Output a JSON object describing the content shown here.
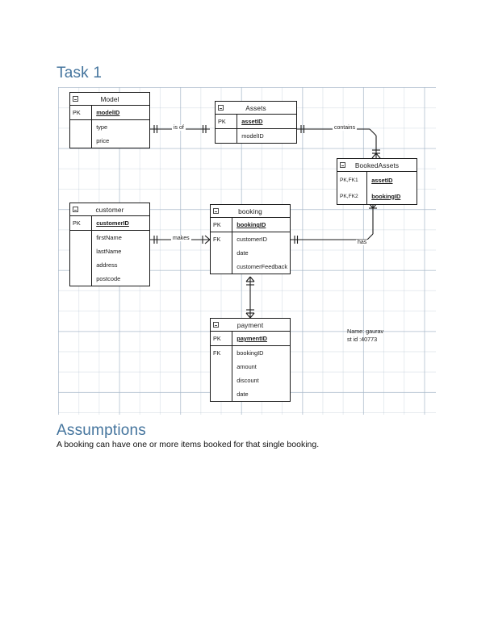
{
  "document": {
    "task_heading": "Task 1",
    "assumptions_heading": "Assumptions",
    "assumptions_text": "A booking can have one or more items booked for that single booking.",
    "heading_color": "#44749d"
  },
  "author_note": {
    "line1": "Name: gaurav",
    "line2": "st id :40773"
  },
  "diagram": {
    "type": "entity-relationship-diagram",
    "entities": [
      {
        "id": "model",
        "title": "Model",
        "groups": [
          {
            "rows": [
              {
                "key": "PK",
                "name": "modelID",
                "pk": true
              }
            ]
          },
          {
            "rows": [
              {
                "key": "",
                "name": "type",
                "pk": false
              },
              {
                "key": "",
                "name": "price",
                "pk": false
              }
            ]
          }
        ]
      },
      {
        "id": "assets",
        "title": "Assets",
        "groups": [
          {
            "rows": [
              {
                "key": "PK",
                "name": "assetID",
                "pk": true
              }
            ]
          },
          {
            "rows": [
              {
                "key": "",
                "name": "modelID",
                "pk": false
              }
            ]
          }
        ]
      },
      {
        "id": "bookedassets",
        "title": "BookedAssets",
        "groups": [
          {
            "rows": [
              {
                "key": "PK,FK1",
                "name": "assetID",
                "pk": true
              },
              {
                "key": "PK,FK2",
                "name": "bookingID",
                "pk": true
              }
            ]
          }
        ]
      },
      {
        "id": "customer",
        "title": "customer",
        "groups": [
          {
            "rows": [
              {
                "key": "PK",
                "name": "customerID",
                "pk": true
              }
            ]
          },
          {
            "rows": [
              {
                "key": "",
                "name": "firstName",
                "pk": false
              },
              {
                "key": "",
                "name": "lastName",
                "pk": false
              },
              {
                "key": "",
                "name": "address",
                "pk": false
              },
              {
                "key": "",
                "name": "postcode",
                "pk": false
              }
            ]
          }
        ]
      },
      {
        "id": "booking",
        "title": "booking",
        "groups": [
          {
            "rows": [
              {
                "key": "PK",
                "name": "bookingID",
                "pk": true
              }
            ]
          },
          {
            "rows": [
              {
                "key": "FK",
                "name": "customerID",
                "pk": false
              },
              {
                "key": "",
                "name": "date",
                "pk": false
              },
              {
                "key": "",
                "name": "customerFeedback",
                "pk": false
              }
            ]
          }
        ]
      },
      {
        "id": "payment",
        "title": "payment",
        "groups": [
          {
            "rows": [
              {
                "key": "PK",
                "name": "paymentID",
                "pk": true
              }
            ]
          },
          {
            "rows": [
              {
                "key": "FK",
                "name": "bookingID",
                "pk": false
              },
              {
                "key": "",
                "name": "amount",
                "pk": false
              },
              {
                "key": "",
                "name": "discount",
                "pk": false
              },
              {
                "key": "",
                "name": "date",
                "pk": false
              }
            ]
          }
        ]
      }
    ],
    "relationships": [
      {
        "id": "is-of",
        "label": "is of",
        "from": "model",
        "to": "assets"
      },
      {
        "id": "contains",
        "label": "contains",
        "from": "assets",
        "to": "bookedassets"
      },
      {
        "id": "makes",
        "label": "makes",
        "from": "customer",
        "to": "booking"
      },
      {
        "id": "has",
        "label": "has",
        "from": "booking",
        "to": "bookedassets"
      },
      {
        "id": "booking-payment",
        "label": "",
        "from": "booking",
        "to": "payment"
      }
    ]
  }
}
